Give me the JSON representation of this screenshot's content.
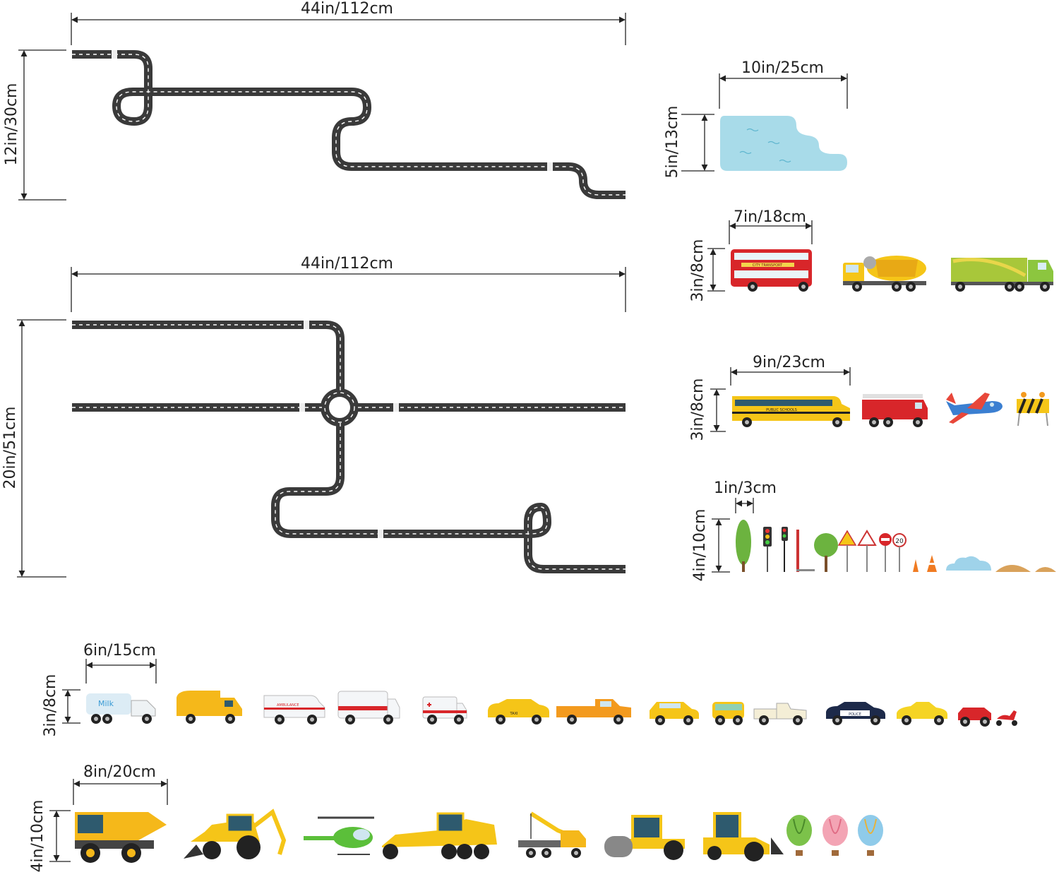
{
  "dimensions": {
    "road1_width": "44in/112cm",
    "road1_height": "12in/30cm",
    "road2_width": "44in/112cm",
    "road2_height": "20in/51cm",
    "pond_width": "10in/25cm",
    "pond_height": "5in/13cm",
    "bus_row_width": "7in/18cm",
    "bus_row_height": "3in/8cm",
    "schoolbus_row_width": "9in/23cm",
    "schoolbus_row_height": "3in/8cm",
    "small_items_width": "1in/3cm",
    "small_items_height": "4in/10cm",
    "cars_row_width": "6in/15cm",
    "cars_row_height": "3in/8cm",
    "construction_row_width": "8in/20cm",
    "construction_row_height": "4in/10cm"
  },
  "sticker_labels": {
    "double_decker": "CITY TRANSPORT",
    "school_bus": "PUBLIC SCHOOLS",
    "milk_truck": "Milk",
    "ambulance": "AMBULANCE",
    "taxi": "TAXI",
    "police": "POLICE",
    "speed_sign": "20"
  },
  "colors": {
    "road": "#3a3a3a",
    "road_dash": "#ffffff",
    "water": "#a8dbe9",
    "bus_red": "#d8262a",
    "yellow": "#f5c518",
    "green": "#8cc63f"
  }
}
